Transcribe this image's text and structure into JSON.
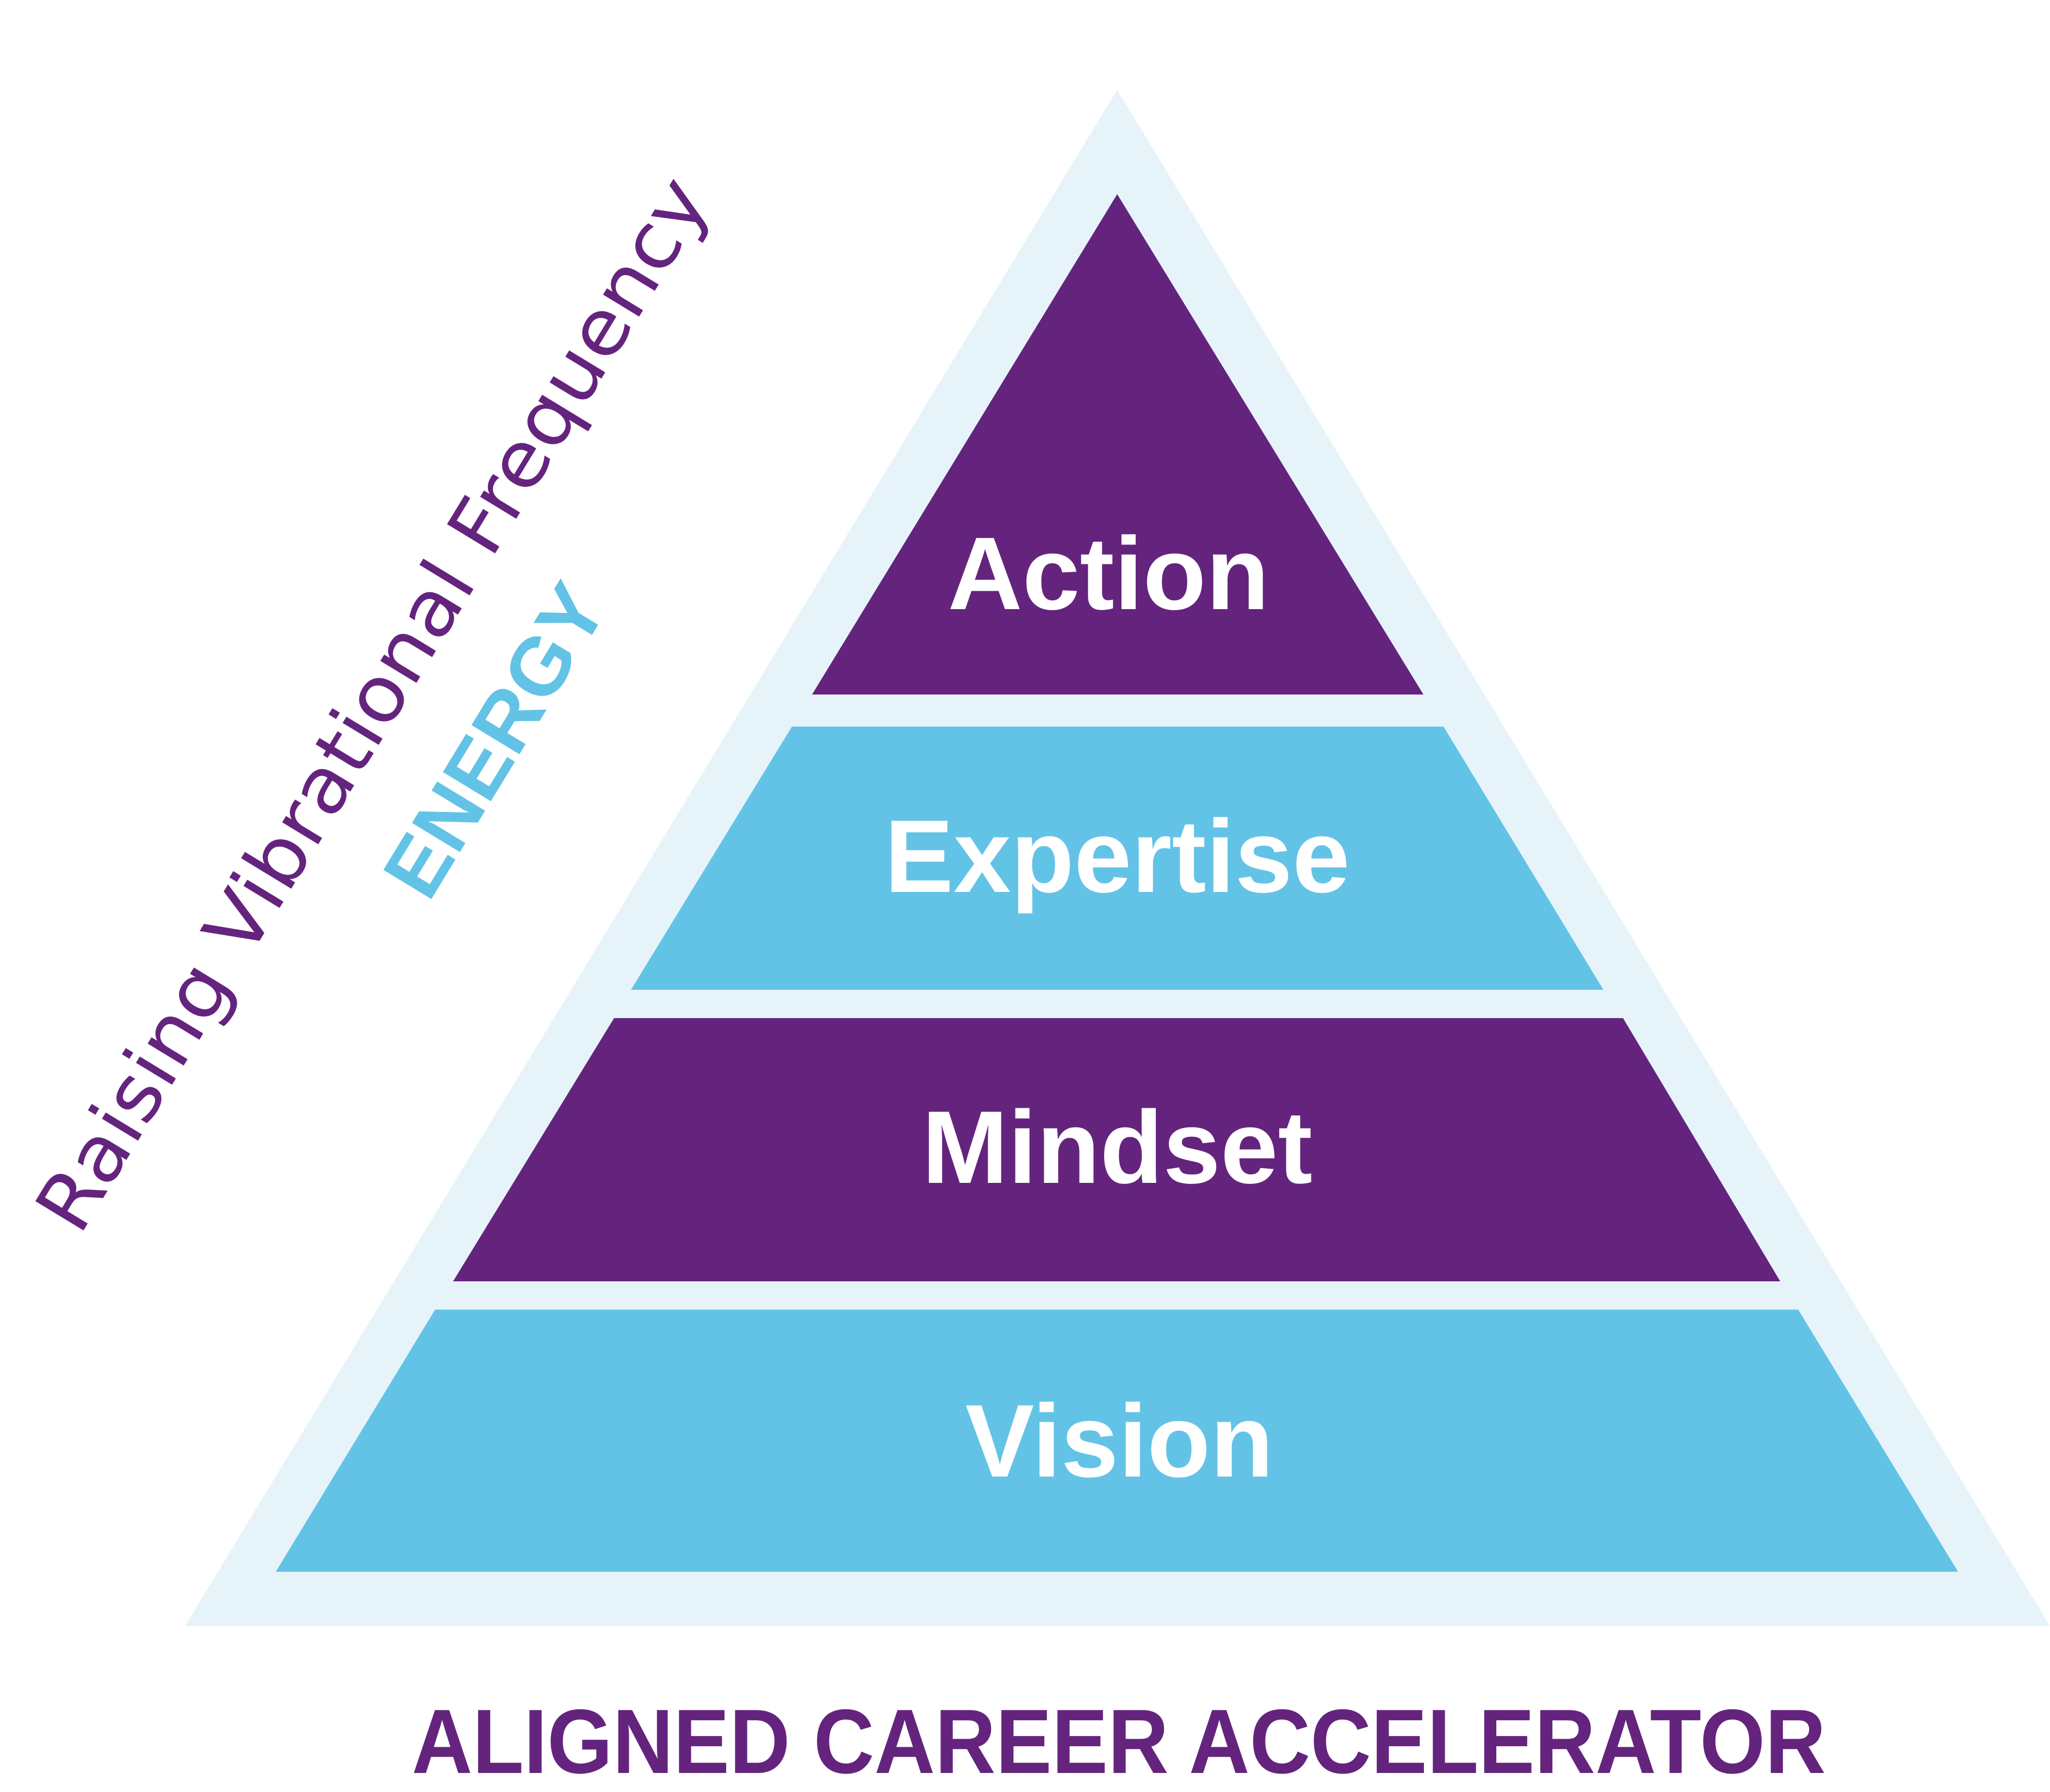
{
  "colors": {
    "outer_triangle": "#e6f4fa",
    "purple": "#64247e",
    "light_blue": "#63c3e6",
    "text_on_band": "#ffffff"
  },
  "pyramid": {
    "levels": [
      {
        "label": "Action",
        "color": "#64247e"
      },
      {
        "label": "Expertise",
        "color": "#63c3e6"
      },
      {
        "label": "Mindset",
        "color": "#64247e"
      },
      {
        "label": "Vision",
        "color": "#63c3e6"
      }
    ]
  },
  "side_text": {
    "main": "Raising Vibrational Frequency",
    "sub": "ENERGY"
  },
  "footer": {
    "title": "ALIGNED CAREER ACCELERATOR"
  }
}
